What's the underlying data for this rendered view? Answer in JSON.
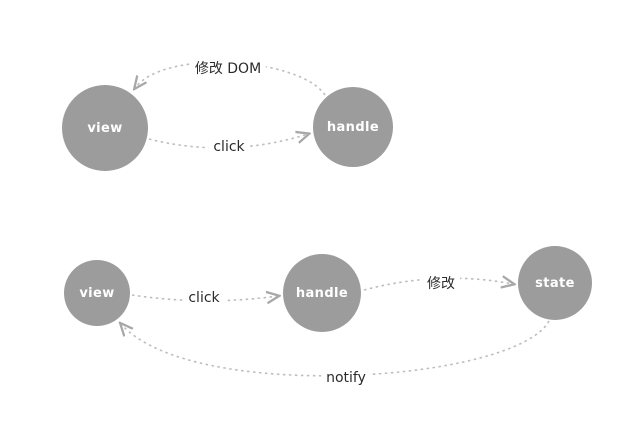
{
  "colors": {
    "node_fill": "#9c9c9c",
    "node_text": "#ffffff",
    "edge": "#bdbdbd",
    "edge_label_text": "#2b2b2b",
    "background": "#ffffff"
  },
  "diagram_top": {
    "nodes": [
      {
        "id": "view",
        "label": "view"
      },
      {
        "id": "handle",
        "label": "handle"
      }
    ],
    "edges": [
      {
        "from": "handle",
        "to": "view",
        "label": "修改 DOM"
      },
      {
        "from": "view",
        "to": "handle",
        "label": "click"
      }
    ]
  },
  "diagram_bottom": {
    "nodes": [
      {
        "id": "view",
        "label": "view"
      },
      {
        "id": "handle",
        "label": "handle"
      },
      {
        "id": "state",
        "label": "state"
      }
    ],
    "edges": [
      {
        "from": "view",
        "to": "handle",
        "label": "click"
      },
      {
        "from": "handle",
        "to": "state",
        "label": "修改"
      },
      {
        "from": "state",
        "to": "view",
        "label": "notify"
      }
    ]
  }
}
